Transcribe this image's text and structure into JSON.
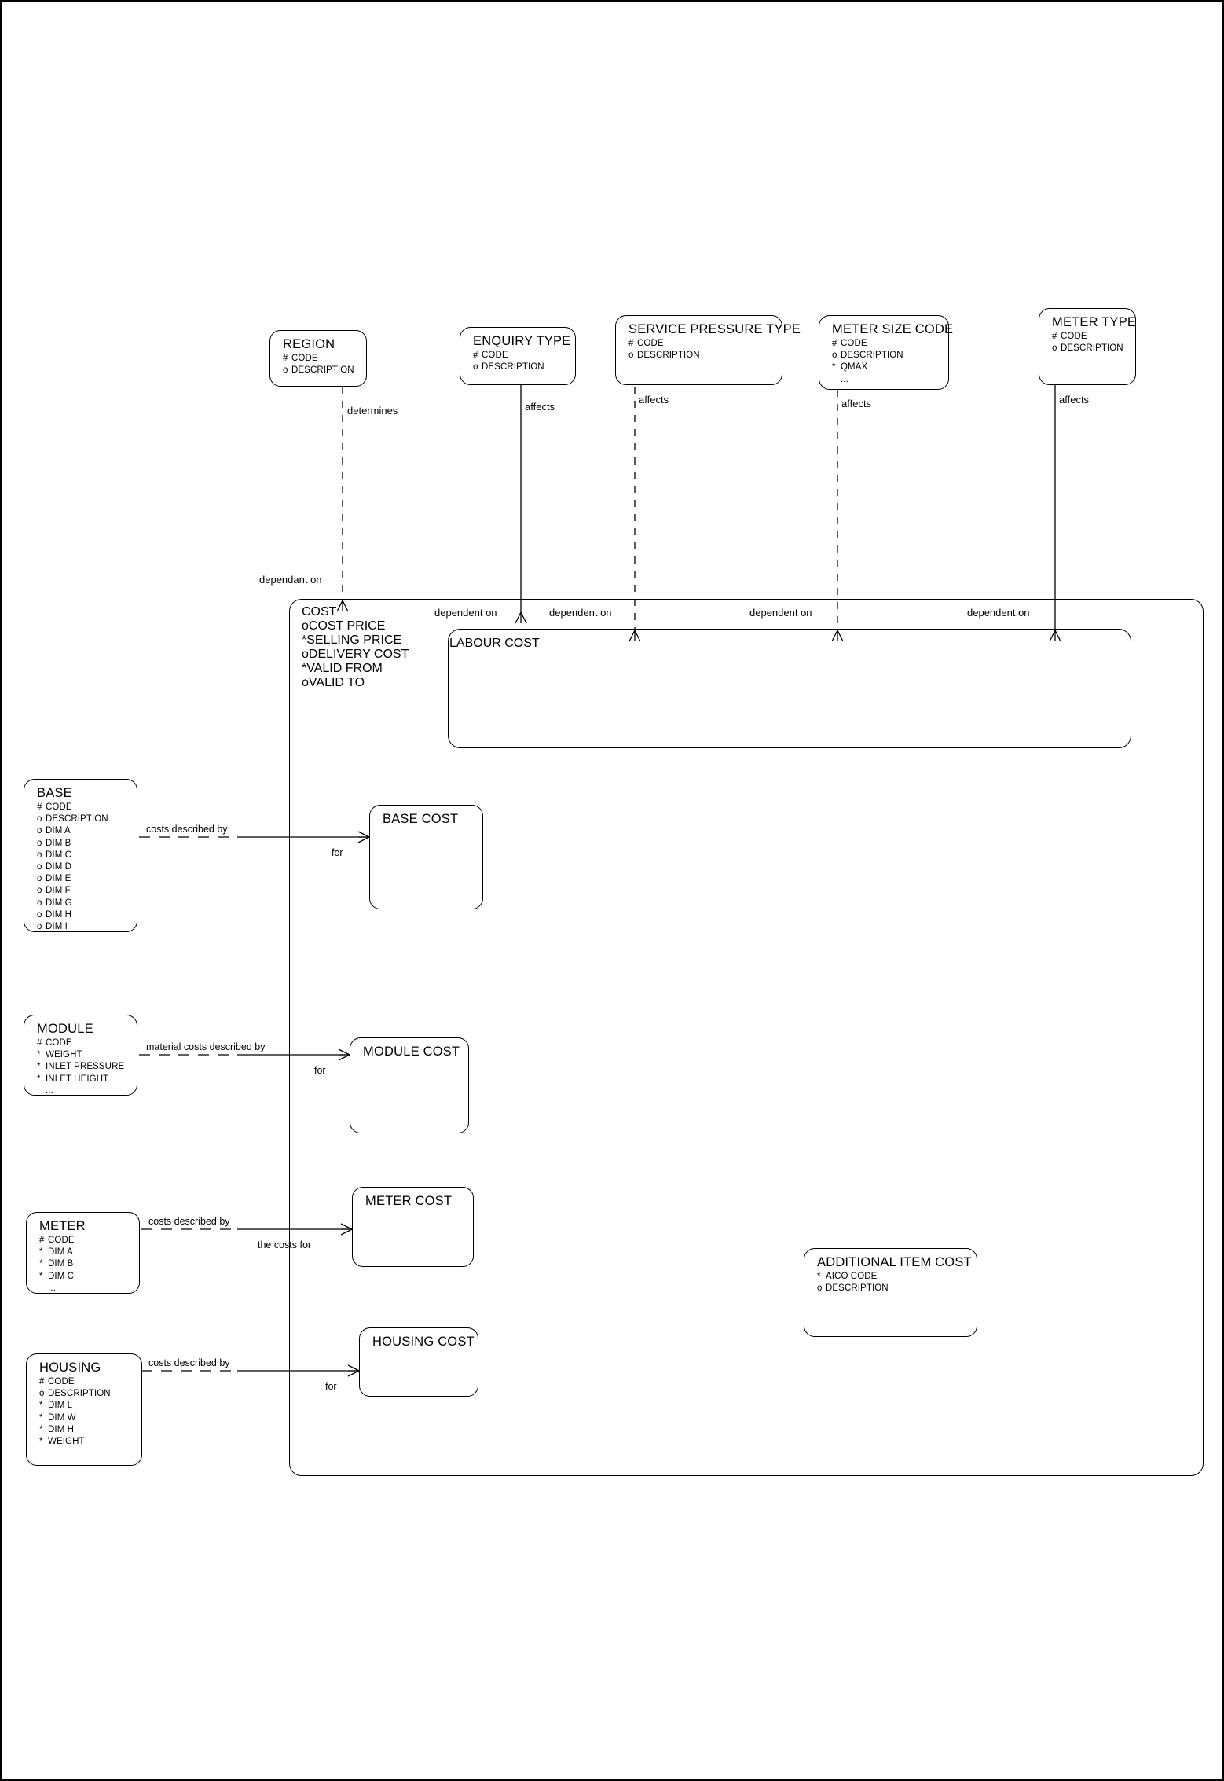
{
  "diagram": {
    "title": "Cost Entity Relationship Diagram",
    "type": "entity-relationship-diagram",
    "notation": "Barker / Oracle CASE",
    "background_color": "#ffffff",
    "line_color": "#000000"
  },
  "entities": [
    {
      "id": "region",
      "name": "REGION",
      "attributes": [
        {
          "mark": "#",
          "label": "CODE"
        },
        {
          "mark": "o",
          "label": "DESCRIPTION"
        }
      ]
    },
    {
      "id": "enquiry_type",
      "name": "ENQUIRY TYPE",
      "attributes": [
        {
          "mark": "#",
          "label": "CODE"
        },
        {
          "mark": "o",
          "label": "DESCRIPTION"
        }
      ]
    },
    {
      "id": "service_pressure_type",
      "name": "SERVICE PRESSURE TYPE",
      "attributes": [
        {
          "mark": "#",
          "label": "CODE"
        },
        {
          "mark": "o",
          "label": "DESCRIPTION"
        }
      ]
    },
    {
      "id": "meter_size_code",
      "name": "METER SIZE CODE",
      "attributes": [
        {
          "mark": "#",
          "label": "CODE"
        },
        {
          "mark": "o",
          "label": "DESCRIPTION"
        },
        {
          "mark": "*",
          "label": "QMAX"
        },
        {
          "mark": "",
          "label": "..."
        }
      ]
    },
    {
      "id": "meter_type",
      "name": "METER TYPE",
      "attributes": [
        {
          "mark": "#",
          "label": "CODE"
        },
        {
          "mark": "o",
          "label": "DESCRIPTION"
        }
      ]
    },
    {
      "id": "cost",
      "name": "COST",
      "attributes": [
        {
          "mark": "o",
          "label": "COST PRICE"
        },
        {
          "mark": "*",
          "label": "SELLING PRICE"
        },
        {
          "mark": "o",
          "label": "DELIVERY COST"
        },
        {
          "mark": "*",
          "label": "VALID FROM"
        },
        {
          "mark": "o",
          "label": "VALID TO"
        }
      ]
    },
    {
      "id": "labour_cost",
      "name": "LABOUR COST",
      "attributes": []
    },
    {
      "id": "base",
      "name": "BASE",
      "attributes": [
        {
          "mark": "#",
          "label": "CODE"
        },
        {
          "mark": "o",
          "label": "DESCRIPTION"
        },
        {
          "mark": "o",
          "label": "DIM A"
        },
        {
          "mark": "o",
          "label": "DIM B"
        },
        {
          "mark": "o",
          "label": "DIM C"
        },
        {
          "mark": "o",
          "label": "DIM D"
        },
        {
          "mark": "o",
          "label": "DIM E"
        },
        {
          "mark": "o",
          "label": "DIM F"
        },
        {
          "mark": "o",
          "label": "DIM G"
        },
        {
          "mark": "o",
          "label": "DIM H"
        },
        {
          "mark": "o",
          "label": "DIM I"
        }
      ]
    },
    {
      "id": "base_cost",
      "name": "BASE COST",
      "attributes": []
    },
    {
      "id": "module",
      "name": "MODULE",
      "attributes": [
        {
          "mark": "#",
          "label": "CODE"
        },
        {
          "mark": "*",
          "label": "WEIGHT"
        },
        {
          "mark": "*",
          "label": "INLET PRESSURE"
        },
        {
          "mark": "*",
          "label": "INLET HEIGHT"
        },
        {
          "mark": "",
          "label": "..."
        }
      ]
    },
    {
      "id": "module_cost",
      "name": "MODULE COST",
      "attributes": []
    },
    {
      "id": "meter",
      "name": "METER",
      "attributes": [
        {
          "mark": "#",
          "label": "CODE"
        },
        {
          "mark": "*",
          "label": "DIM A"
        },
        {
          "mark": "*",
          "label": "DIM B"
        },
        {
          "mark": "*",
          "label": "DIM C"
        },
        {
          "mark": "",
          "label": "..."
        }
      ]
    },
    {
      "id": "meter_cost",
      "name": "METER COST",
      "attributes": []
    },
    {
      "id": "housing",
      "name": "HOUSING",
      "attributes": [
        {
          "mark": "#",
          "label": "CODE"
        },
        {
          "mark": "o",
          "label": "DESCRIPTION"
        },
        {
          "mark": "*",
          "label": "DIM L"
        },
        {
          "mark": "*",
          "label": "DIM W"
        },
        {
          "mark": "*",
          "label": "DIM H"
        },
        {
          "mark": "*",
          "label": "WEIGHT"
        }
      ]
    },
    {
      "id": "housing_cost",
      "name": "HOUSING COST",
      "attributes": []
    },
    {
      "id": "additional_item_cost",
      "name": "ADDITIONAL ITEM COST",
      "attributes": [
        {
          "mark": "*",
          "label": "AICO CODE"
        },
        {
          "mark": "o",
          "label": "DESCRIPTION"
        }
      ]
    }
  ],
  "relationship_labels": {
    "determines": "determines",
    "affects_enquiry": "affects",
    "affects_service_pressure": "affects",
    "affects_meter_size": "affects",
    "affects_meter_type": "affects",
    "dependant_on": "dependant on",
    "dependent_on_1": "dependent on",
    "dependent_on_2": "dependent on",
    "dependent_on_3": "dependent on",
    "dependent_on_4": "dependent on",
    "base_costs_described_by": "costs described by",
    "base_for": "for",
    "module_material_costs_described_by": "material costs described by",
    "module_for": "for",
    "meter_costs_described_by": "costs described by",
    "meter_the_costs_for": "the costs for",
    "housing_costs_described_by": "costs described by",
    "housing_for": "for"
  }
}
